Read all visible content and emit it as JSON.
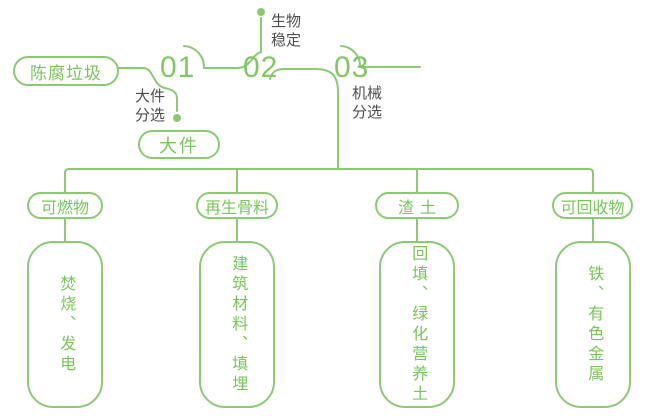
{
  "colors": {
    "line": "#8BC973",
    "pill_text": "#79C45B",
    "number": "#82C765",
    "label": "#4D4D4D",
    "background": "#FFFFFF"
  },
  "flow": {
    "source": "陈腐垃圾",
    "steps": [
      {
        "number": "01",
        "label": "大件分选",
        "output": "大件"
      },
      {
        "number": "02",
        "label": "生物稳定"
      },
      {
        "number": "03",
        "label": "机械分选"
      }
    ],
    "branches": [
      {
        "category": "可燃物",
        "uses": "焚烧、发电"
      },
      {
        "category": "再生骨料",
        "uses": "建筑材料、填埋"
      },
      {
        "category": "渣土",
        "uses": "回填、绿化营养土"
      },
      {
        "category": "可回收物",
        "uses": "铁、有色金属"
      }
    ]
  }
}
